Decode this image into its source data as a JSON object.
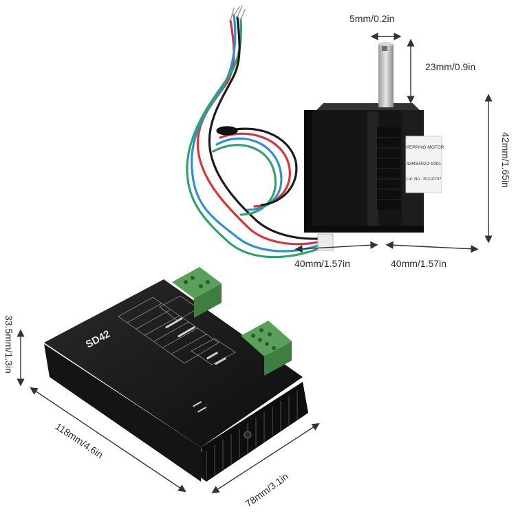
{
  "motor": {
    "label_line1": "STEPPING MOTOR",
    "label_line2": "42HS4022-1501",
    "label_line3": "Lot. No.: 20210707"
  },
  "driver": {
    "model": "SD42"
  },
  "dimensions": {
    "shaft_diameter": "5mm/0.2in",
    "shaft_length": "23mm/0.9in",
    "motor_height": "42mm/1.65in",
    "motor_width": "40mm/1.57in",
    "motor_depth": "40mm/1.57in",
    "driver_height": "33.5mm/1.3in",
    "driver_length": "118mm/4.6in",
    "driver_width": "78mm/3.1in"
  },
  "colors": {
    "wire_red": "#d8353a",
    "wire_blue": "#2f8fd0",
    "wire_green": "#2fa36a",
    "wire_black": "#1b1b1b",
    "terminal_green": "#5aa05a",
    "body_black": "#1a1a1a"
  }
}
